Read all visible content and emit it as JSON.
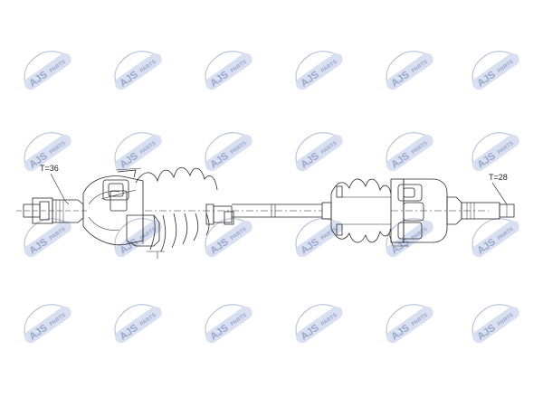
{
  "watermark": {
    "brand": "AJS",
    "suffix": "PARTS",
    "colors": {
      "logo_fill": "#d8dff0",
      "logo_text": "#9aa6cc",
      "car_line": "#b7c2e0"
    }
  },
  "drawing": {
    "left_label": "T=36",
    "right_label": "T=28",
    "colors": {
      "line": "#2a2a2a",
      "leader": "#444444"
    }
  }
}
